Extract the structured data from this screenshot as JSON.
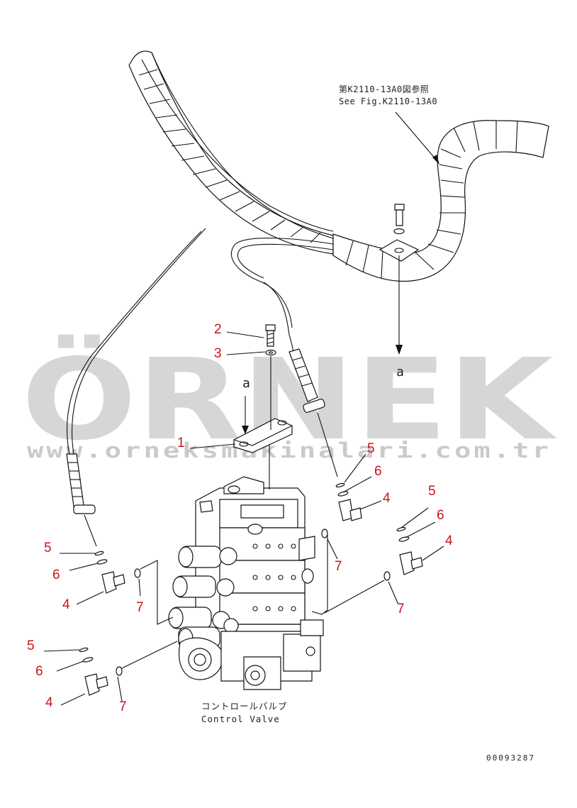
{
  "reference": {
    "line_jp": "第K2110-13A0図参照",
    "line_en": "See Fig.K2110-13A0"
  },
  "letter_marker": "a",
  "callouts": [
    "1",
    "2",
    "3",
    "4",
    "5",
    "6",
    "7"
  ],
  "assembly": {
    "name_jp": "コントロールバルブ",
    "name_en": "Control Valve"
  },
  "drawing_number": "00093287",
  "watermark": {
    "brand": "ÖRNEK",
    "url": "www.orneksmakinalari.com.tr"
  },
  "colors": {
    "callout": "#c8141e",
    "line": "#111111",
    "watermark": "#bdbdbd",
    "accent": "#f2c200"
  }
}
